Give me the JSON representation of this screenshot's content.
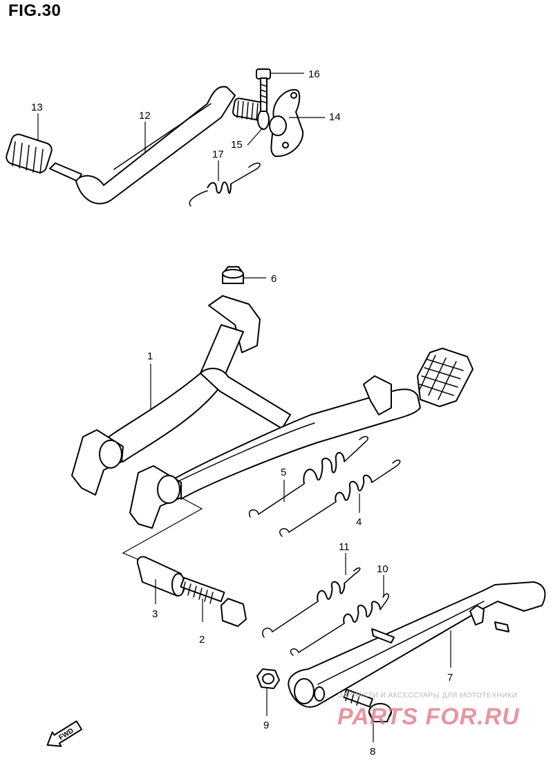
{
  "figure": {
    "title": "FIG.30"
  },
  "callouts": [
    {
      "id": "c1",
      "label": "1"
    },
    {
      "id": "c2",
      "label": "2"
    },
    {
      "id": "c3",
      "label": "3"
    },
    {
      "id": "c4",
      "label": "4"
    },
    {
      "id": "c5",
      "label": "5"
    },
    {
      "id": "c6",
      "label": "6"
    },
    {
      "id": "c7",
      "label": "7"
    },
    {
      "id": "c8",
      "label": "8"
    },
    {
      "id": "c9",
      "label": "9"
    },
    {
      "id": "c10",
      "label": "10"
    },
    {
      "id": "c11",
      "label": "11"
    },
    {
      "id": "c12",
      "label": "12"
    },
    {
      "id": "c13",
      "label": "13"
    },
    {
      "id": "c14",
      "label": "14"
    },
    {
      "id": "c15",
      "label": "15"
    },
    {
      "id": "c16",
      "label": "16"
    },
    {
      "id": "c17",
      "label": "17"
    }
  ],
  "direction_marker": {
    "label": "FWD"
  },
  "watermark": {
    "tagline": "ЗАПЧАСТИ И АКСЕССУАРЫ ДЛЯ МОТОТЕХНИКИ",
    "brand": "PARTS FOR.RU"
  }
}
